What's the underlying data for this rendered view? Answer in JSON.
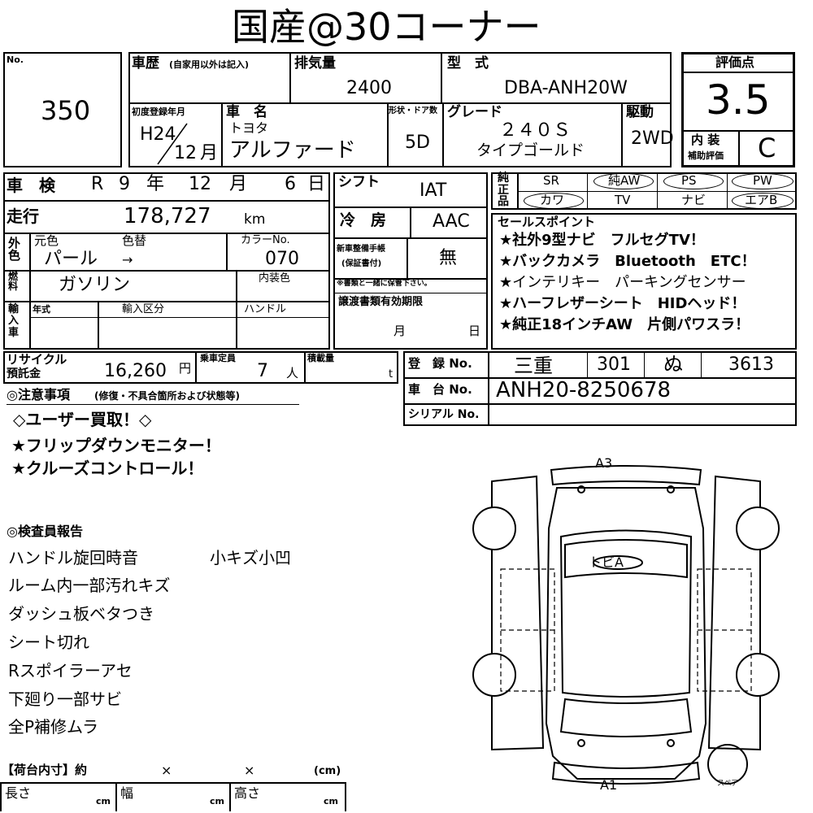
{
  "header": {
    "title": "国産@30コーナー"
  },
  "lot": {
    "no_label": "No.",
    "number": "350"
  },
  "history": {
    "label": "車歴",
    "note": "(自家用以外は記入)"
  },
  "displacement": {
    "label": "排気量",
    "value": "2400"
  },
  "model": {
    "label": "型　式",
    "value": "DBA-ANH20W"
  },
  "score": {
    "label": "評価点",
    "value": "3.5",
    "interior_label_1": "内 装",
    "interior_label_2": "補助評価",
    "interior_value": "C"
  },
  "first_reg": {
    "label": "初度登録年月",
    "era": "H24",
    "month": "12",
    "month_unit": "月"
  },
  "car_name": {
    "label": "車　名",
    "maker": "トヨタ",
    "name": "アルファード"
  },
  "doors": {
    "label": "形状・ドア数",
    "value": "5D"
  },
  "grade": {
    "label": "グレード",
    "line1": "２４０Ｓ",
    "line2": "タイプゴールド"
  },
  "drive": {
    "label": "駆動",
    "value": "2WD"
  },
  "inspection": {
    "label": "車　検",
    "era": "R",
    "year": "9",
    "year_unit": "年",
    "month": "12",
    "month_unit": "月",
    "day": "6",
    "day_unit": "日"
  },
  "mileage": {
    "label": "走行",
    "value": "178,727",
    "unit": "km"
  },
  "color": {
    "side_label": "外色",
    "orig_label": "元色",
    "change_label": "色替",
    "orig_value": "パール",
    "arrow": "→",
    "code_label": "カラーNo.",
    "code_value": "070"
  },
  "fuel": {
    "side_label": "燃料",
    "value": "ガソリン",
    "interior_color_label": "内装色"
  },
  "import": {
    "side_label": "輸入車",
    "year_label": "年式",
    "type_label": "輸入区分",
    "handle_label": "ハンドル"
  },
  "shift": {
    "label": "シフト",
    "value": "IAT"
  },
  "aircon": {
    "label": "冷　房",
    "value": "AAC"
  },
  "manual": {
    "label_1": "新車整備手帳",
    "label_2": "(保証書付)",
    "value": "無",
    "note": "※書類と一緒に保管下さい。"
  },
  "transfer": {
    "label": "譲渡書類有効期限",
    "month_unit": "月",
    "day_unit": "日"
  },
  "equipment": {
    "side_label": "純正品",
    "items": [
      "SR",
      "純AW",
      "PS",
      "PW",
      "カワ",
      "TV",
      "ナビ",
      "エアB"
    ]
  },
  "sales_points": {
    "label": "セールスポイント",
    "items": [
      "★社外9型ナビ　フルセグTV！",
      "★バックカメラ　Bluetooth　ETC！",
      "★インテリキー　パーキングセンサー",
      "★ハーフレザーシート　HIDヘッド！",
      "★純正18インチAW　片側パワスラ！"
    ]
  },
  "recycle": {
    "label_1": "リサイクル",
    "label_2": "預託金",
    "value": "16,260",
    "unit": "円"
  },
  "capacity": {
    "label": "乗車定員",
    "value": "7",
    "unit": "人"
  },
  "load": {
    "label": "積載量",
    "unit": "t"
  },
  "registration": {
    "label": "登　録 No.",
    "pref": "三重",
    "class": "301",
    "kana": "ぬ",
    "number": "3613"
  },
  "chassis": {
    "label": "車　台 No.",
    "value": "ANH20-8250678"
  },
  "serial": {
    "label": "シリアル No."
  },
  "notes": {
    "label": "◎注意事項",
    "label_note": "(修復・不具合箇所および状態等)",
    "items": [
      "◇ユーザー買取！◇",
      "★フリップダウンモニター！",
      "★クルーズコントロール！"
    ]
  },
  "inspector": {
    "label": "◎検査員報告",
    "items": [
      "ハンドル旋回時音",
      "ルーム内一部汚れキズ",
      "ダッシュ板ベタつき",
      "シート切れ",
      "Rスポイラーアセ",
      "下廻り一部サビ",
      "全P補修ムラ"
    ],
    "extra": "小キズ小凹"
  },
  "cargo": {
    "label": "【荷台内寸】約",
    "x1": "×",
    "x2": "×",
    "unit_label": "(cm)",
    "length_label": "長さ",
    "width_label": "幅",
    "height_label": "高さ",
    "cm": "cm"
  },
  "diagram": {
    "top_label": "A3",
    "bottom_label": "A1",
    "roof_label": "トビA",
    "spare_label": "スペア"
  }
}
